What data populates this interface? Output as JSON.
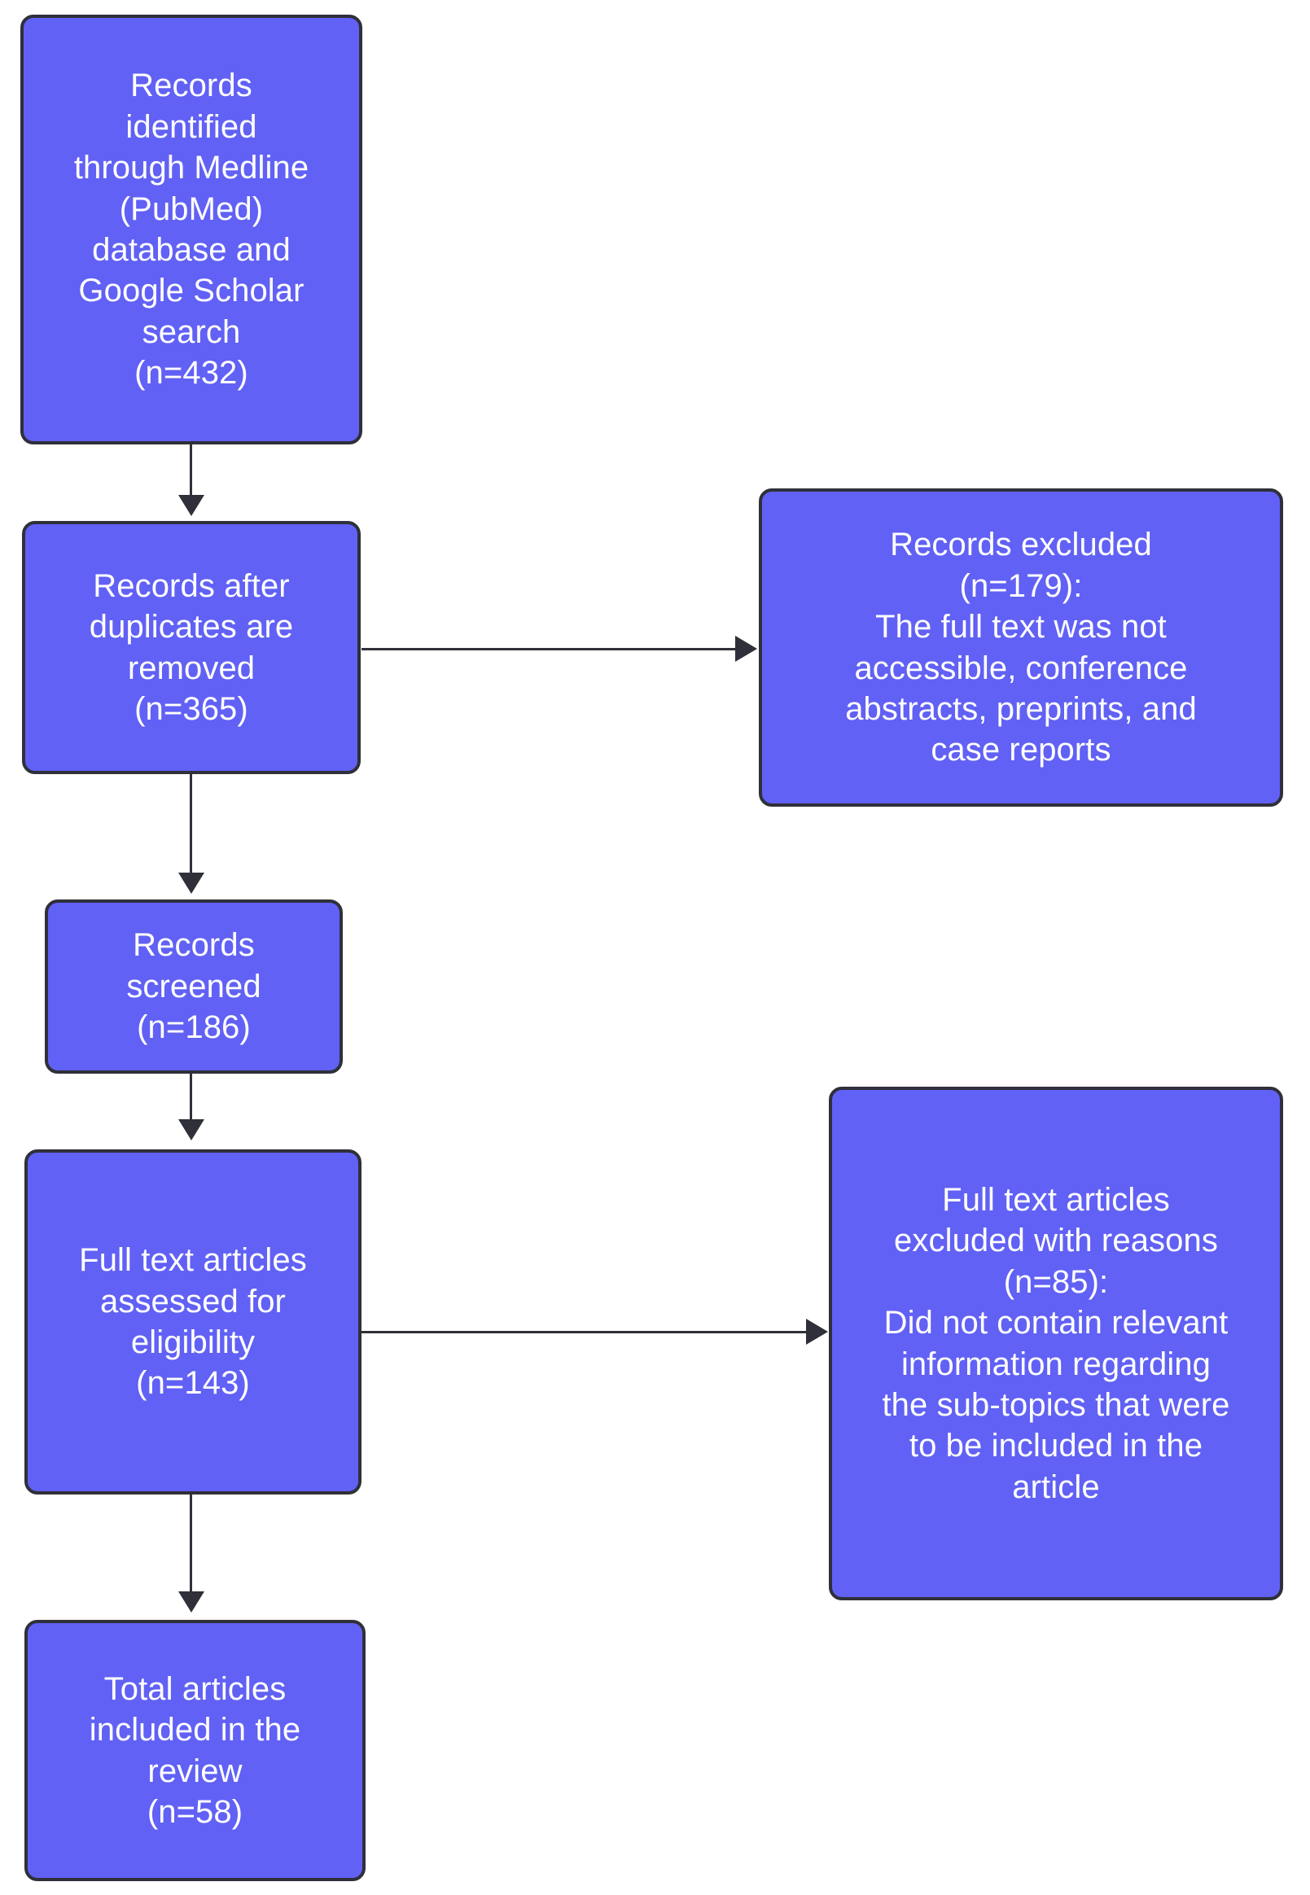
{
  "diagram": {
    "type": "prisma-flow-diagram",
    "background_color": "#ffffff",
    "node_fill_color": "#6161f5",
    "node_border_color": "#2f3039",
    "node_text_color": "#ffffff",
    "connector_color": "#2f3039"
  },
  "nodes": {
    "identified": {
      "id": "records-identified",
      "text": "Records\nidentified\nthrough Medline\n(PubMed)\ndatabase and\nGoogle Scholar\nsearch\n(n=432)",
      "count": 432,
      "count_label": "(n=432)"
    },
    "deduped": {
      "id": "records-after-duplicates-removed",
      "text": "Records after\nduplicates are\nremoved\n(n=365)",
      "count": 365,
      "count_label": "(n=365)"
    },
    "excluded_1": {
      "id": "records-excluded",
      "text": "Records excluded\n(n=179):\nThe full text was not\naccessible, conference\nabstracts, preprints, and\ncase reports",
      "count": 179,
      "count_label": "(n=179):"
    },
    "screened": {
      "id": "records-screened",
      "text": "Records\nscreened\n(n=186)",
      "count": 186,
      "count_label": "(n=186)"
    },
    "fulltext": {
      "id": "full-text-articles-assessed",
      "text": "Full text articles\nassessed for\neligibility\n(n=143)",
      "count": 143,
      "count_label": "(n=143)"
    },
    "excluded_2": {
      "id": "full-text-articles-excluded",
      "text": "Full text articles\nexcluded with reasons\n(n=85):\nDid not contain relevant\ninformation regarding\nthe sub-topics that were\nto be included in the\narticle",
      "count": 85,
      "count_label": "(n=85):"
    },
    "included": {
      "id": "total-articles-included",
      "text": "Total articles\nincluded in the\nreview\n(n=58)",
      "count": 58,
      "count_label": "(n=58)"
    }
  },
  "edges": [
    {
      "id": "edge-identified-to-deduped",
      "from": "identified",
      "to": "deduped",
      "direction": "down"
    },
    {
      "id": "edge-deduped-to-excluded-1",
      "from": "deduped",
      "to": "excluded_1",
      "direction": "right"
    },
    {
      "id": "edge-deduped-to-screened",
      "from": "deduped",
      "to": "screened",
      "direction": "down"
    },
    {
      "id": "edge-screened-to-fulltext",
      "from": "screened",
      "to": "fulltext",
      "direction": "down"
    },
    {
      "id": "edge-fulltext-to-excluded-2",
      "from": "fulltext",
      "to": "excluded_2",
      "direction": "right"
    },
    {
      "id": "edge-fulltext-to-included",
      "from": "fulltext",
      "to": "included",
      "direction": "down"
    }
  ]
}
